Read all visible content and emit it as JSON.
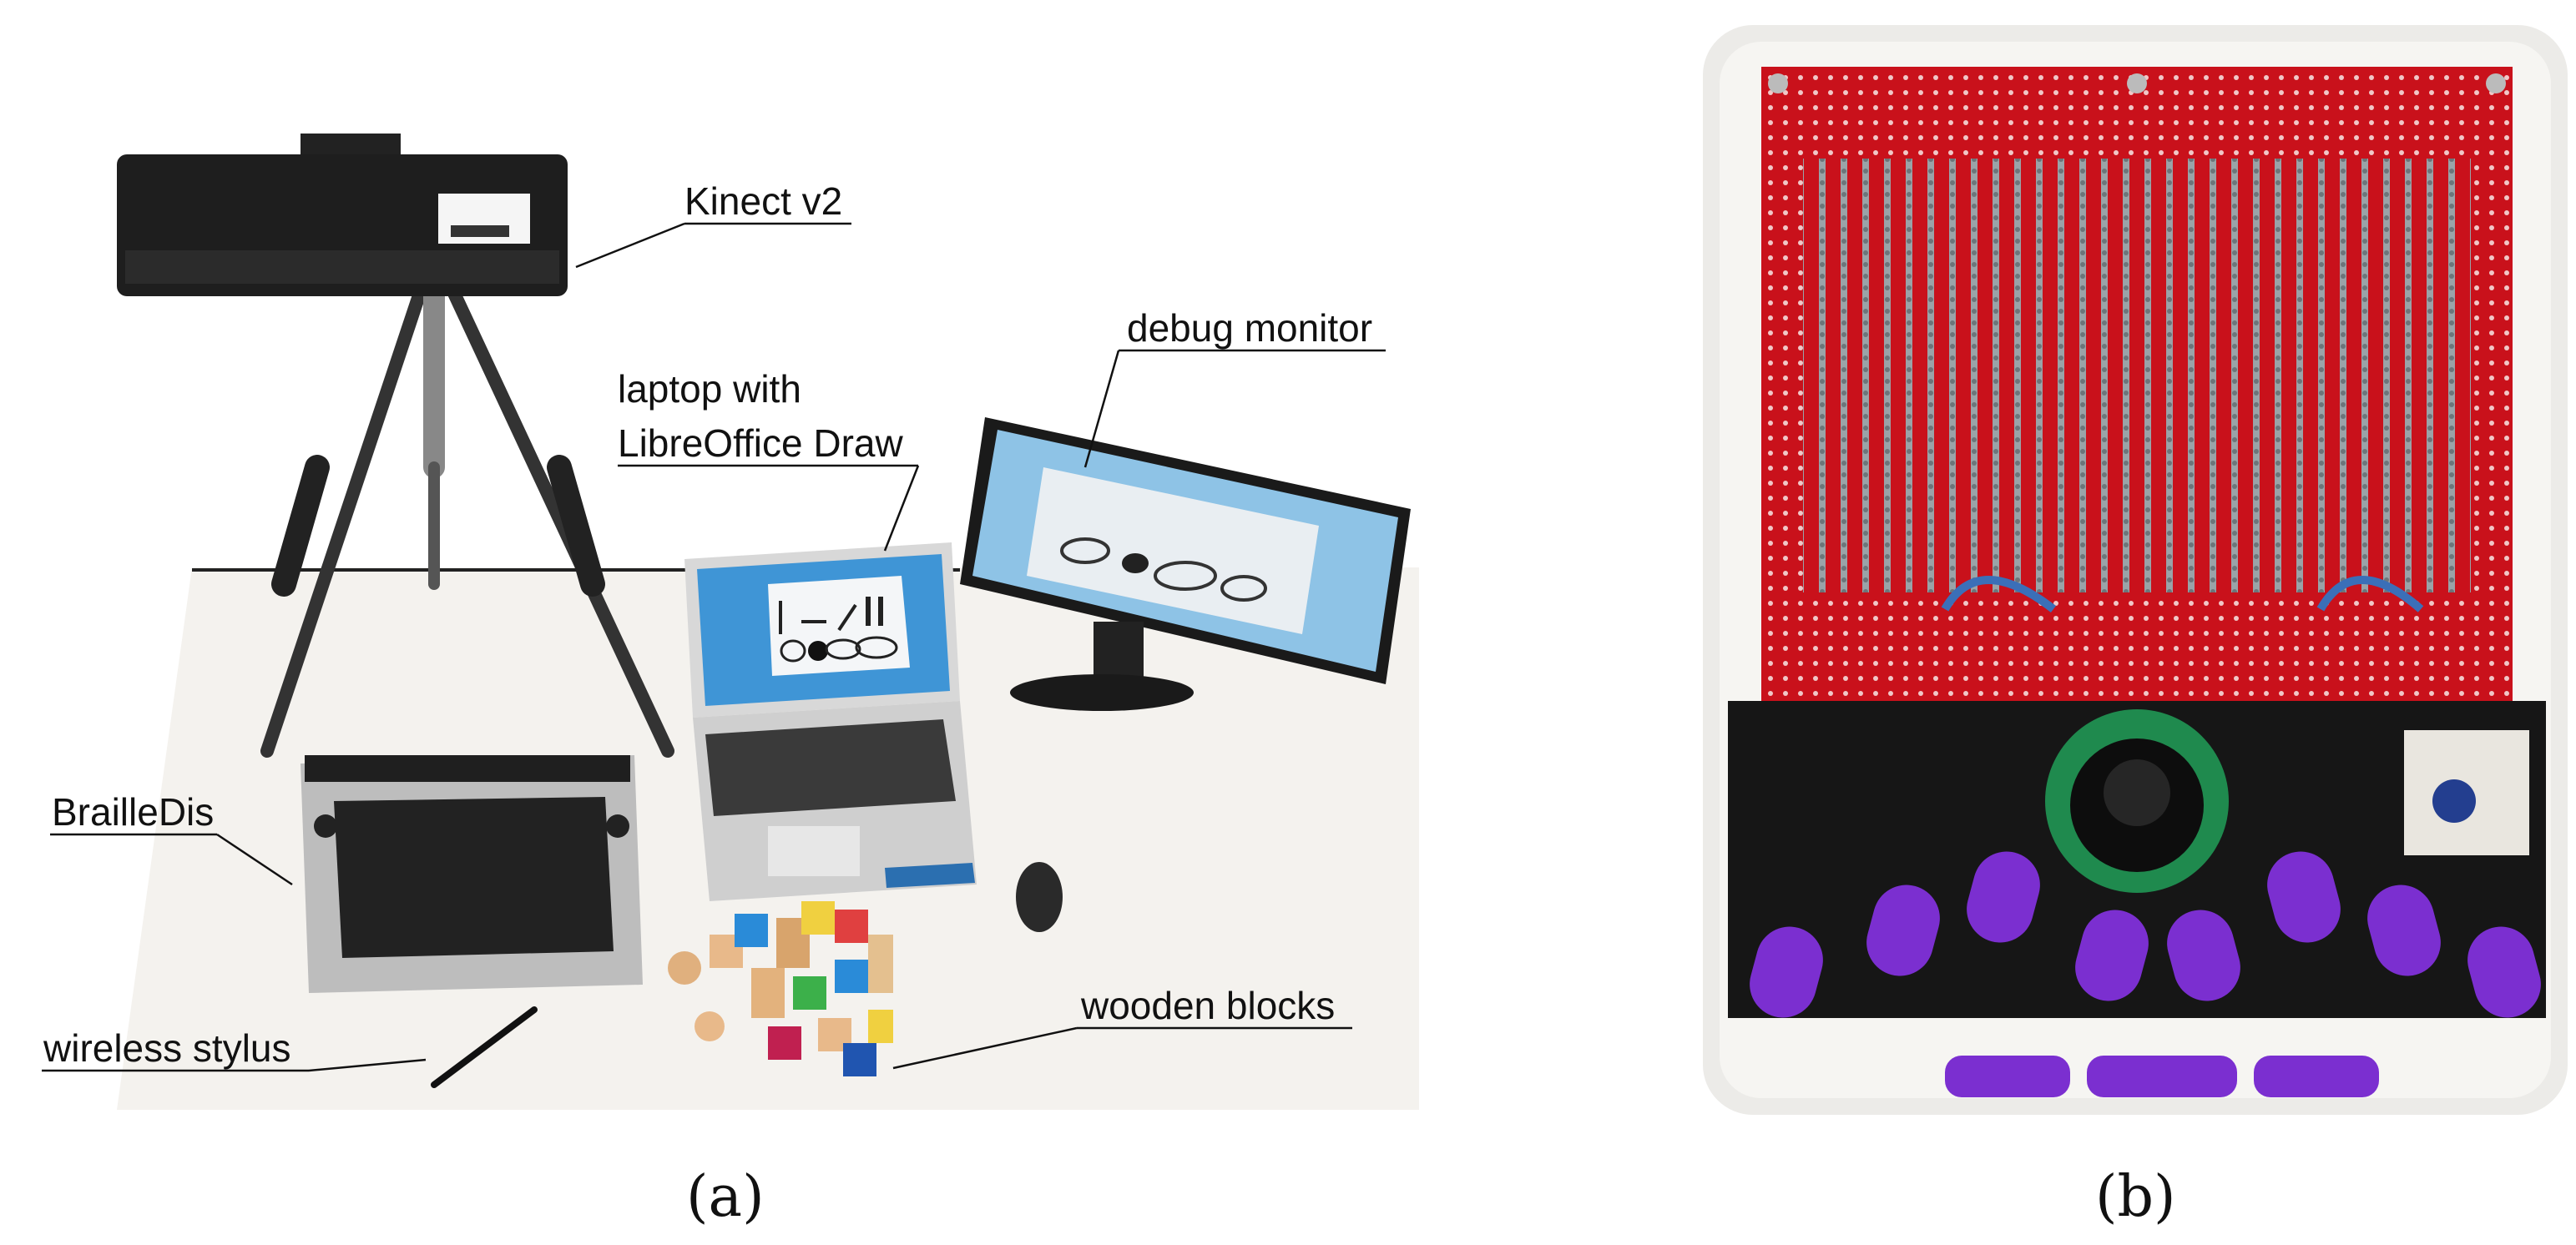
{
  "figure": {
    "panel_a": {
      "labels": {
        "kinect": "Kinect v2",
        "debug_monitor": "debug monitor",
        "laptop_line1": "laptop with",
        "laptop_line2": "LibreOffice Draw",
        "brailledis": "BrailleDis",
        "stylus": "wireless stylus",
        "blocks": "wooden blocks"
      },
      "caption": "(a)"
    },
    "panel_b": {
      "caption": "(b)"
    }
  }
}
